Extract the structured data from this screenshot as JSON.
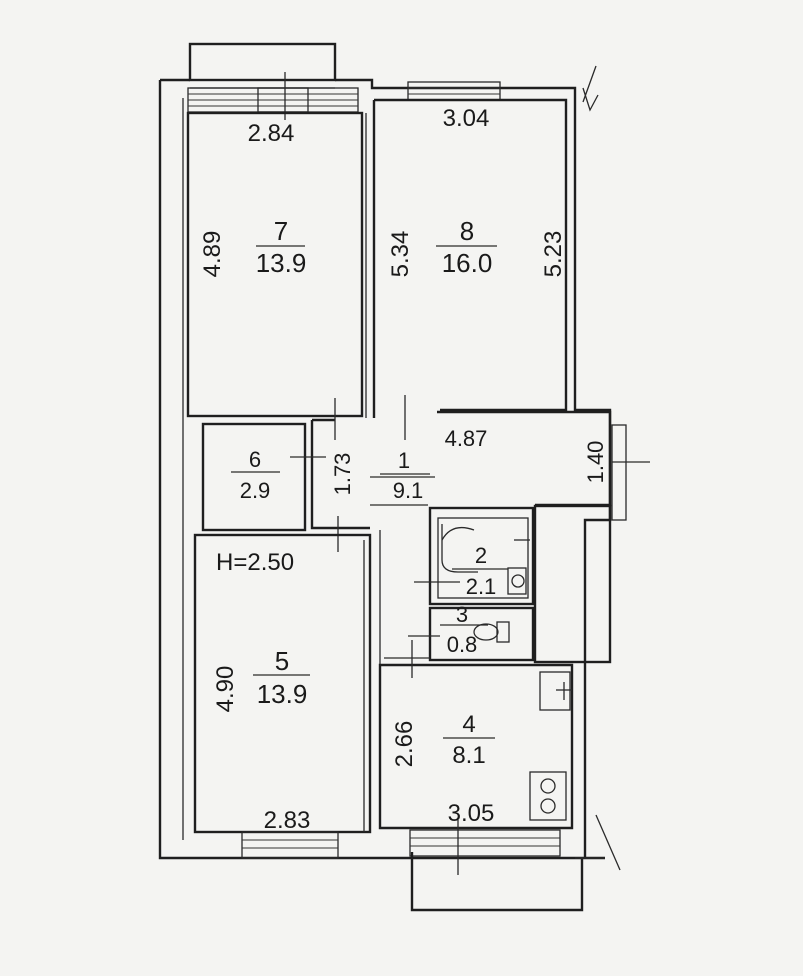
{
  "plan": {
    "ceiling_height": "H=2.50",
    "rooms": [
      {
        "num": "7",
        "area": "13.9"
      },
      {
        "num": "8",
        "area": "16.0"
      },
      {
        "num": "6",
        "area": "2.9"
      },
      {
        "num": "1",
        "area": "9.1"
      },
      {
        "num": "2",
        "area": "2.1"
      },
      {
        "num": "3",
        "area": "0.8"
      },
      {
        "num": "5",
        "area": "13.9"
      },
      {
        "num": "4",
        "area": "8.1"
      }
    ],
    "dimensions": {
      "room7_width": "2.84",
      "room7_length": "4.89",
      "room8_width": "3.04",
      "room8_length_left": "5.34",
      "room8_length_right": "5.23",
      "hall_length": "4.87",
      "hall_left": "1.73",
      "hall_right": "1.40",
      "room5_length": "4.90",
      "room5_width": "2.83",
      "room4_length": "2.66",
      "room4_width": "3.05"
    }
  }
}
